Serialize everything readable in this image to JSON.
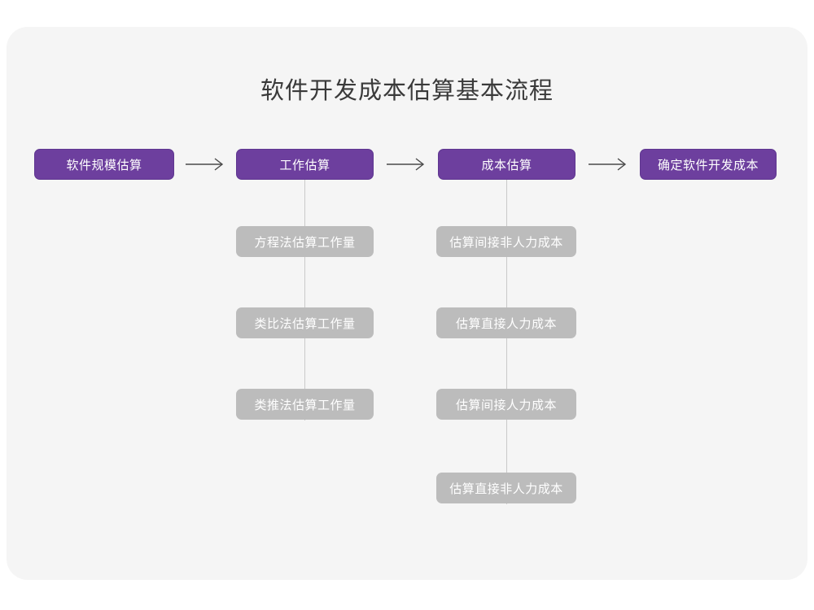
{
  "title": "软件开发成本估算基本流程",
  "theme": {
    "page_background": "#ffffff",
    "card_background": "#f5f5f5",
    "stage_fill": "#6d3f9e",
    "stage_border": "#5f3790",
    "stage_text": "#ffffff",
    "sub_fill": "#bcbcbc",
    "sub_text": "#ffffff",
    "connector": "#c9c9c9",
    "arrow": "#4a4a4a",
    "title_text": "#3a3a3a"
  },
  "chart_data": {
    "type": "diagram",
    "title": "软件开发成本估算基本流程",
    "layout": "left-to-right flow with vertical sub-step columns",
    "stages": [
      {
        "id": "stage-1",
        "label": "软件规模估算",
        "substeps": []
      },
      {
        "id": "stage-2",
        "label": "工作估算",
        "substeps": [
          "方程法估算工作量",
          "类比法估算工作量",
          "类推法估算工作量"
        ]
      },
      {
        "id": "stage-3",
        "label": "成本估算",
        "substeps": [
          "估算间接非人力成本",
          "估算直接人力成本",
          "估算间接人力成本",
          "估算直接非人力成本"
        ]
      },
      {
        "id": "stage-4",
        "label": "确定软件开发成本",
        "substeps": []
      }
    ],
    "connections": [
      {
        "from": "软件规模估算",
        "to": "工作估算",
        "type": "arrow"
      },
      {
        "from": "工作估算",
        "to": "成本估算",
        "type": "arrow"
      },
      {
        "from": "成本估算",
        "to": "确定软件开发成本",
        "type": "arrow"
      }
    ]
  },
  "stages": {
    "stage_1": {
      "label": "软件规模估算"
    },
    "stage_2": {
      "label": "工作估算"
    },
    "stage_3": {
      "label": "成本估算"
    },
    "stage_4": {
      "label": "确定软件开发成本"
    }
  },
  "effort_substeps": {
    "item_1": "方程法估算工作量",
    "item_2": "类比法估算工作量",
    "item_3": "类推法估算工作量"
  },
  "cost_substeps": {
    "item_1": "估算间接非人力成本",
    "item_2": "估算直接人力成本",
    "item_3": "估算间接人力成本",
    "item_4": "估算直接非人力成本"
  }
}
